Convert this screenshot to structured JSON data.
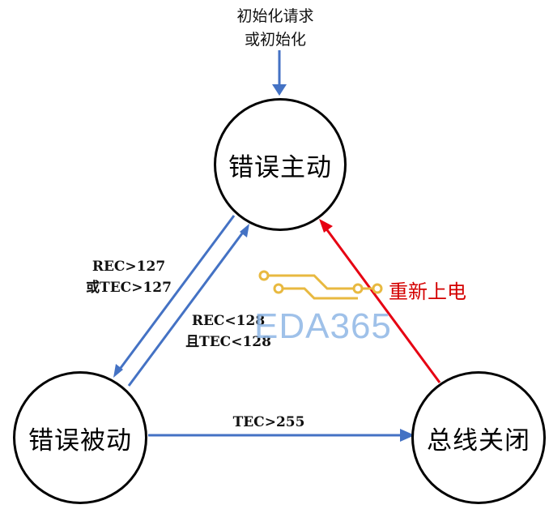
{
  "init_label": {
    "line1": "初始化请求",
    "line2": "或初始化"
  },
  "nodes": {
    "error_active": "错误主动",
    "error_passive": "错误被动",
    "bus_off": "总线关闭"
  },
  "edges": {
    "active_to_passive": {
      "line1": "REC>127",
      "line2": "或TEC>127"
    },
    "passive_to_active": {
      "line1": "REC<128",
      "line2": "且TEC<128"
    },
    "passive_to_busoff": "TEC>255",
    "busoff_to_active": "重新上电"
  },
  "watermark": {
    "text": "EDA365"
  },
  "colors": {
    "arrow_blue": "#4472C4",
    "arrow_red": "#E60012",
    "node_border": "#000000"
  }
}
